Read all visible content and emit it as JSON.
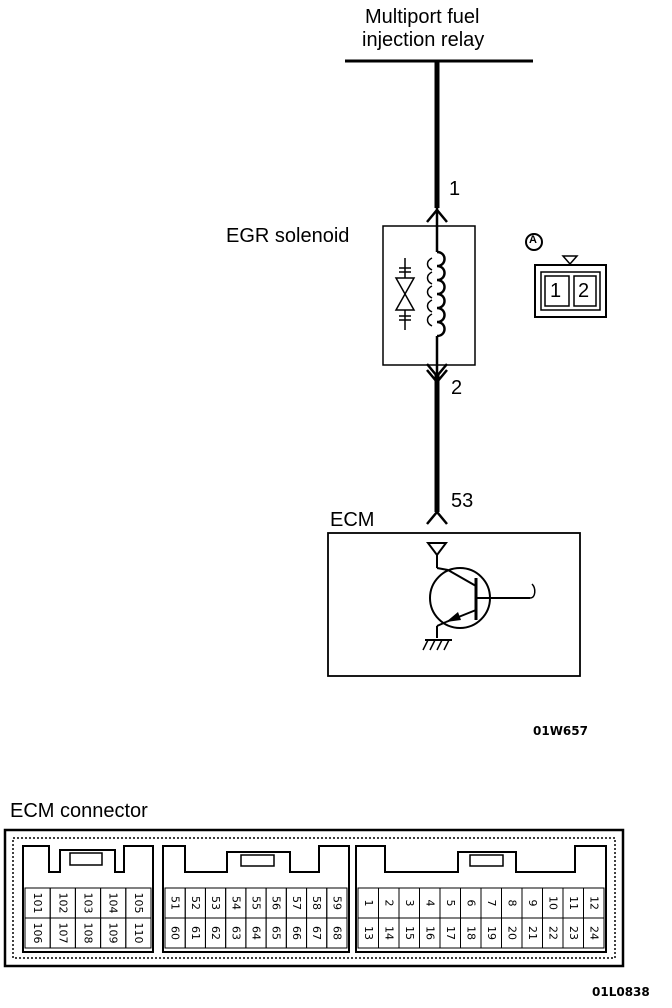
{
  "top": {
    "relay_line1": "Multiport fuel",
    "relay_line2": "injection relay"
  },
  "solenoid": {
    "label": "EGR solenoid",
    "pin_top": "1",
    "pin_bottom": "2"
  },
  "connector_a": {
    "tag": "A",
    "pin1": "1",
    "pin2": "2"
  },
  "ecm": {
    "label": "ECM",
    "pin": "53"
  },
  "codes": {
    "figure1": "01W657",
    "figure2": "01L0838"
  },
  "ecm_connector": {
    "label": "ECM connector",
    "block1": {
      "top": [
        "101",
        "102",
        "103",
        "104",
        "105"
      ],
      "bottom": [
        "106",
        "107",
        "108",
        "109",
        "110"
      ]
    },
    "block2": {
      "top": [
        "51",
        "52",
        "53",
        "54",
        "55",
        "56",
        "57",
        "58",
        "59"
      ],
      "bottom": [
        "60",
        "61",
        "62",
        "63",
        "64",
        "65",
        "66",
        "67",
        "68"
      ]
    },
    "block3": {
      "top": [
        "1",
        "2",
        "3",
        "4",
        "5",
        "6",
        "7",
        "8",
        "9",
        "10",
        "11",
        "12"
      ],
      "bottom": [
        "13",
        "14",
        "15",
        "16",
        "17",
        "18",
        "19",
        "20",
        "21",
        "22",
        "23",
        "24"
      ]
    }
  }
}
